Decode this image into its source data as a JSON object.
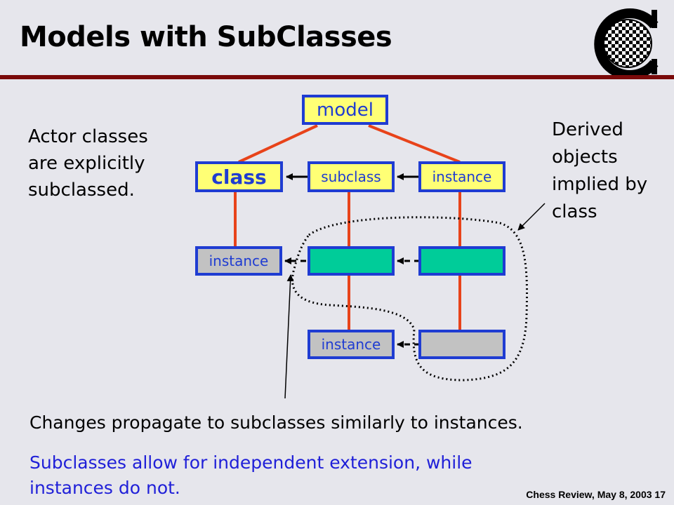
{
  "slide": {
    "title": "Models with SubClasses",
    "left_note": [
      "Actor classes",
      "are explicitly",
      "subclassed."
    ],
    "right_note": [
      "Derived",
      "objects",
      "implied by",
      "class"
    ],
    "changes_text": "Changes propagate to subclasses similarly to instances.",
    "extension_text": [
      "Subclasses allow for independent extension, while",
      "instances do not."
    ],
    "footer": "Chess Review, May 8, 2003  17"
  },
  "diagram": {
    "model_label": "model",
    "class_label": "class",
    "subclass_label": "subclass",
    "instance_top_label": "instance",
    "instance_left_label": "instance",
    "instance_bottom_label": "instance"
  },
  "colors": {
    "title_rule": "#7a0a0a",
    "box_border": "#1f3cd2",
    "yellow_fill": "#ffff75",
    "green_fill": "#00cc99",
    "grey_fill": "#c2c2c2",
    "connector": "#e8431a",
    "blue_text": "#2020d8"
  },
  "icons": {
    "logo": "chess-logo-icon"
  }
}
